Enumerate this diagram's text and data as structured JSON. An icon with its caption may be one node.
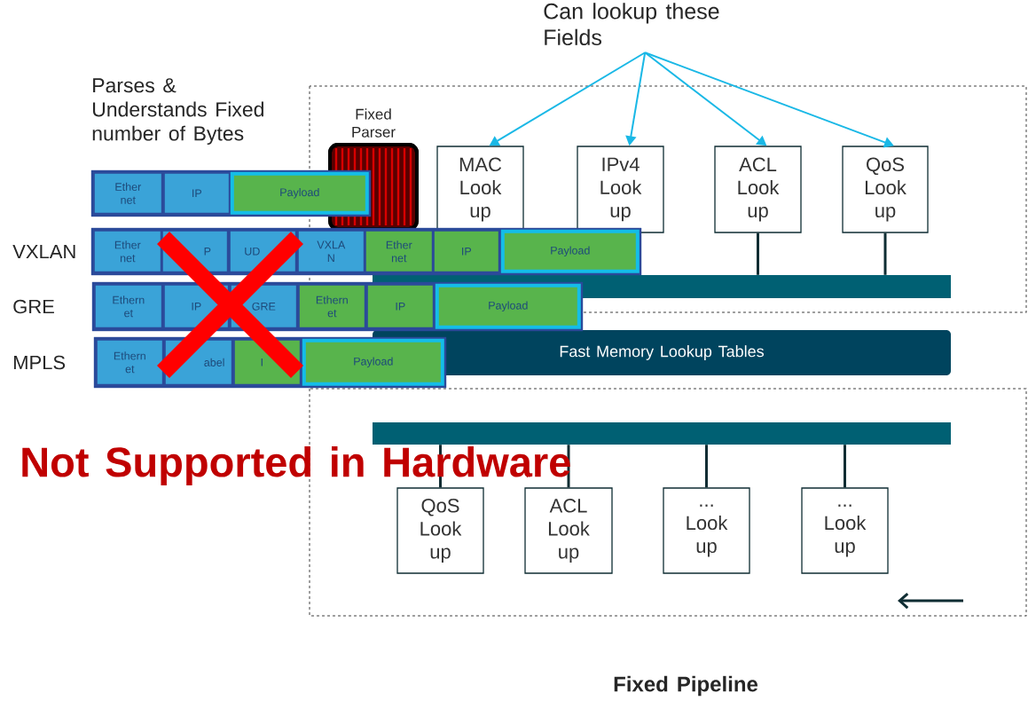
{
  "diagram": {
    "caption": "Fixed Pipeline",
    "nodes": [
      {
        "text": [
          "Can lookup these Fields"
        ]
      },
      {
        "text": [
          "Fixed Parser"
        ]
      },
      {
        "text": [
          "MAC Look up"
        ]
      },
      {
        "text": [
          "IPv4 Look up"
        ]
      },
      {
        "text": [
          "ACL Look up"
        ]
      },
      {
        "text": [
          "QoS Look up"
        ]
      },
      {
        "text": [],
        "shape": "bar"
      },
      {
        "text": [
          "Fast Memory Lookup Tables"
        ]
      },
      {
        "text": [],
        "shape": "bar"
      },
      {
        "text": [
          "QoS Look up"
        ]
      },
      {
        "text": [
          "ACL Look up"
        ]
      },
      {
        "text": [
          "... Look up"
        ]
      },
      {
        "text": [
          "... Look up"
        ]
      },
      {
        "text": [],
        "shape": "box"
      },
      {
        "text": [
          "Ether net"
        ],
        "in": 13
      },
      {
        "text": [
          "IP"
        ],
        "in": 13
      },
      {
        "text": [
          "Payload"
        ],
        "in": 13
      },
      {
        "text": [],
        "shape": "box",
        "beside": [
          "VXLAN"
        ]
      },
      {
        "text": [
          "Ether net"
        ],
        "in": 17
      },
      {
        "text": [
          "P"
        ],
        "in": 17
      },
      {
        "text": [
          "UD"
        ],
        "in": 17
      },
      {
        "text": [
          "VXLA N"
        ],
        "in": 17
      },
      {
        "text": [
          "Ether net"
        ],
        "in": 17
      },
      {
        "text": [
          "IP"
        ],
        "in": 17
      },
      {
        "text": [
          "Payload"
        ],
        "in": 17
      },
      {
        "text": [],
        "shape": "box",
        "beside": [
          "GRE"
        ]
      },
      {
        "text": [
          "Ethern et"
        ],
        "in": 25
      },
      {
        "text": [
          "IP"
        ],
        "in": 25
      },
      {
        "text": [
          "GRE"
        ],
        "in": 25
      },
      {
        "text": [
          "Ethern et"
        ],
        "in": 25
      },
      {
        "text": [
          "IP"
        ],
        "in": 25
      },
      {
        "text": [
          "Payload"
        ],
        "in": 25
      },
      {
        "text": [],
        "shape": "box",
        "beside": [
          "MPLS"
        ]
      },
      {
        "text": [
          "Ethern et"
        ],
        "in": 32
      },
      {
        "text": [
          "abel"
        ],
        "in": 32
      },
      {
        "text": [
          "I"
        ],
        "in": 32
      },
      {
        "text": [
          "Payload"
        ],
        "in": 32
      }
    ],
    "edges": [
      {
        "from": 0,
        "to": 2,
        "arrow": "to",
        "color": "#1ab8e6"
      },
      {
        "from": 0,
        "to": 3,
        "arrow": "to",
        "color": "#1ab8e6"
      },
      {
        "from": 0,
        "to": 4,
        "arrow": "to",
        "color": "#1ab8e6"
      },
      {
        "from": 0,
        "to": 5,
        "arrow": "to",
        "color": "#1ab8e6"
      },
      {
        "from": 4,
        "to": 6,
        "arrow": "none"
      },
      {
        "from": 5,
        "to": 6,
        "arrow": "none"
      },
      {
        "from": 8,
        "to": 9,
        "arrow": "none"
      },
      {
        "from": 8,
        "to": 10,
        "arrow": "none"
      },
      {
        "from": 8,
        "to": 11,
        "arrow": "none"
      },
      {
        "from": 8,
        "to": 12,
        "arrow": "none"
      }
    ],
    "labels": [
      "Parses & Understands Fixed number of Bytes",
      "Not Supported in Hardware"
    ]
  }
}
